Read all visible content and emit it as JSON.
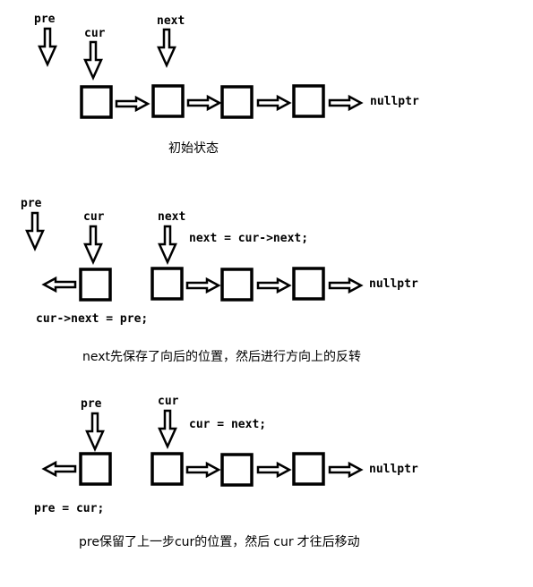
{
  "panel1": {
    "labels": {
      "pre": "pre",
      "cur": "cur",
      "next": "next"
    },
    "nullptr": "nullptr",
    "caption": "初始状态"
  },
  "panel2": {
    "labels": {
      "pre": "pre",
      "cur": "cur",
      "next": "next"
    },
    "code_next": "next = cur->next;",
    "code_link": "cur->next = pre;",
    "nullptr": "nullptr",
    "caption": "next先保存了向后的位置，然后进行方向上的反转"
  },
  "panel3": {
    "labels": {
      "pre": "pre",
      "cur": "cur"
    },
    "code_cur": "cur = next;",
    "code_pre": "pre = cur;",
    "nullptr": "nullptr",
    "caption_prefix": "pre保留了上一步",
    "caption_mid": "cur",
    "caption_suffix": "的位置，然后",
    "caption_cur": "cur",
    "caption_end": "才往后移动"
  }
}
